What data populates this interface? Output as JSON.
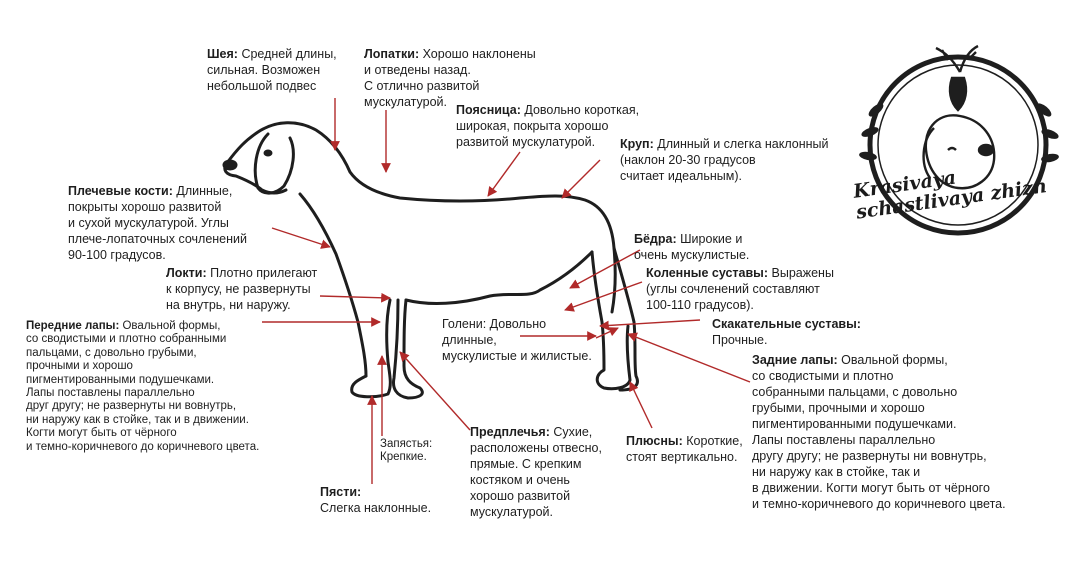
{
  "colors": {
    "arrow": "#b12a2a",
    "ink": "#1e1e1e",
    "background": "#ffffff"
  },
  "labels": {
    "neck": {
      "term": "Шея:",
      "text": " Средней длины,\nсильная. Возможен\nнебольшой подвес"
    },
    "shoulder_blades": {
      "term": "Лопатки:",
      "text": " Хорошо наклонены\nи отведены назад.\nС отлично развитой\nмускулатурой."
    },
    "loin": {
      "term": "Поясница:",
      "text": " Довольно короткая,\nширокая, покрыта хорошо\nразвитой мускулатурой."
    },
    "croup": {
      "term": "Круп:",
      "text": " Длинный и слегка наклонный\n(наклон 20-30 градусов\nсчитает идеальным)."
    },
    "upper_arm": {
      "term": "Плечевые кости:",
      "text": " Длинные,\nпокрыты хорошо развитой\nи сухой мускулатурой. Углы\nплече-лопаточных сочленений\n90-100 градусов."
    },
    "thighs": {
      "term": "Бёдра:",
      "text": " Широкие и\nочень мускулистые."
    },
    "elbows": {
      "term": "Локти:",
      "text": " Плотно прилегают\nк корпусу, не развернуты\nна внутрь, ни наружу."
    },
    "stifles": {
      "term": "Коленные суставы:",
      "text": " Выражены\n(углы сочленений составляют\n100-110 градусов)."
    },
    "forefeet": {
      "term": "Передние лапы:",
      "text": " Овальной формы,\nсо сводистыми и плотно собранными\nпальцами, с довольно грубыми,\nпрочными и хорошо\nпигментированными подушечками.\nЛапы поставлены параллельно\nдруг другу; не развернуты ни вовнутрь,\nни наружу как в стойке, так и в движении.\nКогти могут быть от чёрного\nи темно-коричневого до коричневого цвета."
    },
    "lower_thighs": {
      "term": "",
      "text": "Голени: Довольно\nдлинные,\nмускулистые и жилистые."
    },
    "hocks": {
      "term": "Скакательные суставы:",
      "text": "\nПрочные."
    },
    "hind_feet": {
      "term": "Задние лапы:",
      "text": " Овальной формы,\nсо сводистыми и плотно\nсобранными пальцами, с довольно\nгрубыми, прочными и хорошо\nпигментированными подушечками.\nЛапы поставлены параллельно\nдругу другу; не развернуты ни вовнутрь,\nни наружу как в стойке, так и\nв движении. Когти могут быть от чёрного\nи темно-коричневого до коричневого цвета."
    },
    "wrists": {
      "term": "",
      "text": "Запястья:\nКрепкие."
    },
    "forearms": {
      "term": "Предплечья:",
      "text": " Сухие,\nрасположены отвесно,\nпрямые. С крепким\nкостяком и очень\nхорошо развитой\nмускулатурой."
    },
    "metatarsi": {
      "term": "Плюсны:",
      "text": " Короткие,\nстоят вертикально."
    },
    "pasterns": {
      "term": "Пясти:",
      "text": "\nСлегка наклонные."
    }
  },
  "logo": {
    "text": "Krasivaya\nschastlivaya zhizn"
  }
}
